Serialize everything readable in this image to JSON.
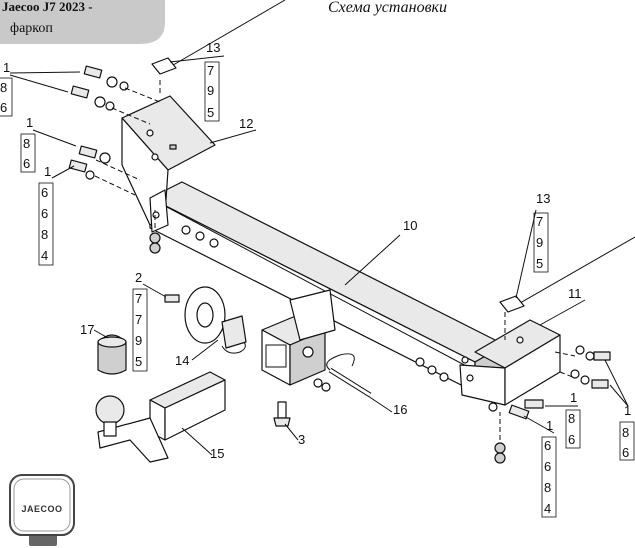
{
  "header": {
    "model": "Jaecoo J7 2023 -",
    "product": "фаркоп",
    "title": "Схема установки"
  },
  "callouts": {
    "left_top": [
      "1",
      "8",
      "6"
    ],
    "left_mid": [
      "1",
      "8",
      "6"
    ],
    "left_low": [
      "1",
      "6",
      "6",
      "8",
      "4"
    ],
    "bracket_left_top": [
      "13",
      "7",
      "9",
      "5"
    ],
    "bracket_left": "12",
    "beam": "10",
    "socket": [
      "2",
      "7",
      "7",
      "9",
      "5"
    ],
    "cap": "17",
    "socket_plate": "14",
    "bolt_bottom": "3",
    "pin": "16",
    "ball_mount": "15",
    "bracket_right_top": [
      "13",
      "7",
      "9",
      "5"
    ],
    "bracket_right": "11",
    "right_mid": [
      "1",
      "8",
      "6"
    ],
    "right_low": [
      "1",
      "6",
      "6",
      "8",
      "4"
    ],
    "right_far": [
      "1",
      "8",
      "6"
    ]
  },
  "logo": {
    "text": "JAECOO"
  }
}
